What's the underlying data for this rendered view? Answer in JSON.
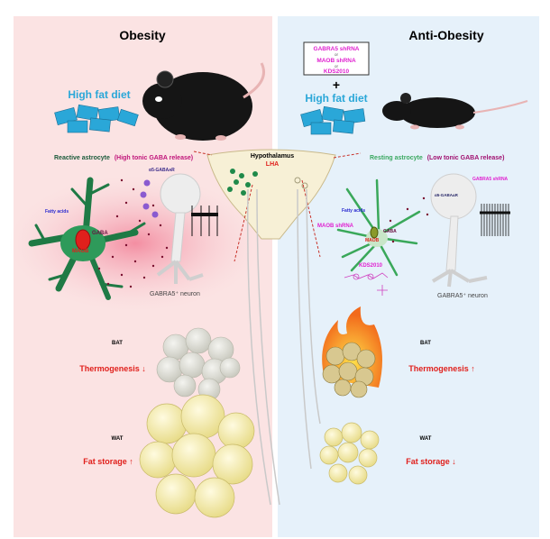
{
  "left_panel": {
    "title": "Obesity",
    "diet_label": "High fat diet",
    "astrocyte_label": "Reactive astrocyte",
    "astrocyte_note": "(High tonic GABA release)",
    "receptor_label": "α5-GABAᴀR",
    "fatty_acids_label": "Fatty acids",
    "gaba_label": "GABA",
    "maob_label": "MAOB",
    "neuron_label": "GABRA5⁺ neuron",
    "bat_label": "BAT",
    "thermogenesis_label": "Thermogenesis ↓",
    "wat_label": "WAT",
    "fat_storage_label": "Fat storage ↑"
  },
  "center": {
    "hypothalamus_label": "Hypothalamus",
    "lha_label": "LHA"
  },
  "right_panel": {
    "title": "Anti-Obesity",
    "treatment_box": {
      "option1": "GABRA5 shRNA",
      "or1": "or",
      "option2": "MAOB shRNA",
      "or2": "or",
      "option3": "KDS2010"
    },
    "plus": "+",
    "diet_label": "High fat diet",
    "astrocyte_label": "Resting astrocyte",
    "astrocyte_note": "(Low tonic GABA release)",
    "receptor_label": "α5-GABAᴀR",
    "gabra5_shrna_label": "GABRA5 shRNA",
    "fatty_acids_label": "Fatty acids",
    "gaba_label": "GABA",
    "maob_label": "MAOB",
    "maob_shrna_label": "MAOB shRNA",
    "kds_label": "KDS2010",
    "neuron_label": "GABRA5⁺ neuron",
    "bat_label": "BAT",
    "thermogenesis_label": "Thermogenesis ↑",
    "wat_label": "WAT",
    "fat_storage_label": "Fat storage ↓"
  },
  "colors": {
    "obesity_bg": "#fbe3e3",
    "anti_bg": "#e6f1fa",
    "red": "#e0201c",
    "magenta": "#e020d0",
    "astro_green": "#1f8a4a",
    "diet_blue": "#2aa7d8"
  }
}
